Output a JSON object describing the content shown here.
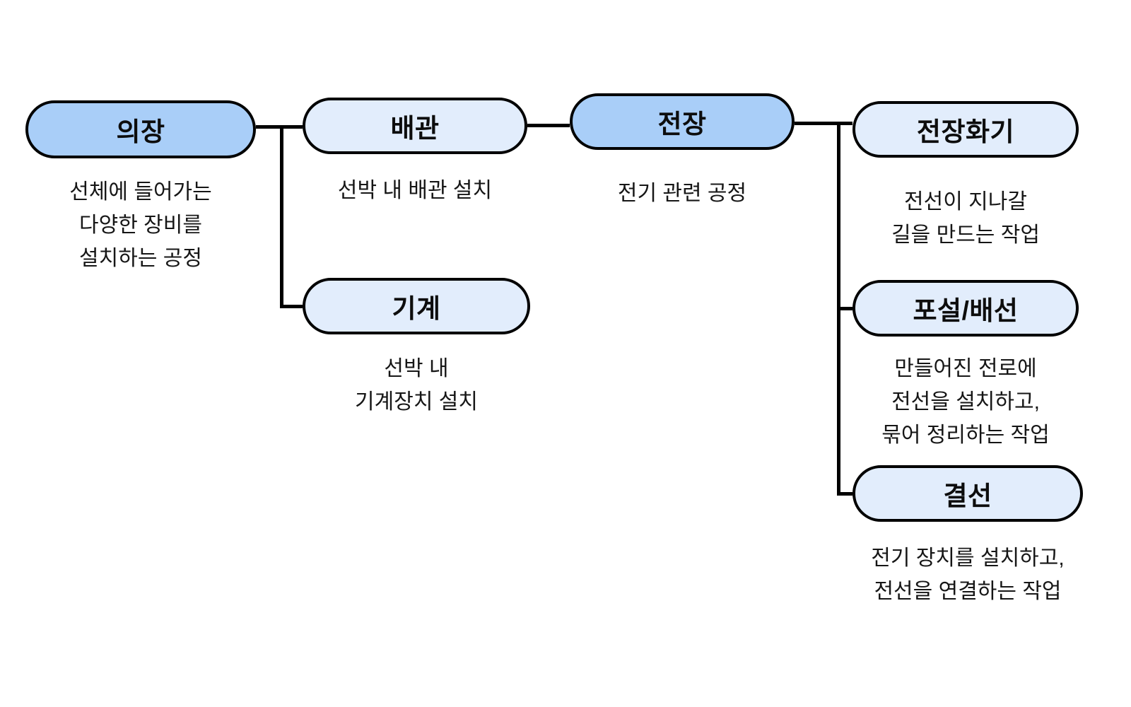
{
  "colors": {
    "node_primary_fill": "#a9cef8",
    "node_secondary_fill": "#e2edfc",
    "node_outline": "#000000",
    "connector": "#000000",
    "background": "#ffffff",
    "text": "#111111"
  },
  "nodes": {
    "uijang": {
      "label": "의장",
      "description": "선체에 들어가는\n다양한 장비를\n설치하는 공정"
    },
    "baegwan": {
      "label": "배관",
      "description": "선박 내 배관 설치"
    },
    "gigye": {
      "label": "기계",
      "description": "선박 내\n기계장치 설치"
    },
    "jeonjang": {
      "label": "전장",
      "description": "전기 관련 공정"
    },
    "jeonjang_hwagi": {
      "label": "전장화기",
      "description": "전선이 지나갈\n길을 만드는 작업"
    },
    "poseol_baeseon": {
      "label": "포설/배선",
      "description": "만들어진 전로에\n전선을 설치하고,\n묶어 정리하는 작업"
    },
    "gyeolseon": {
      "label": "결선",
      "description": "전기 장치를 설치하고,\n전선을 연결하는 작업"
    }
  }
}
